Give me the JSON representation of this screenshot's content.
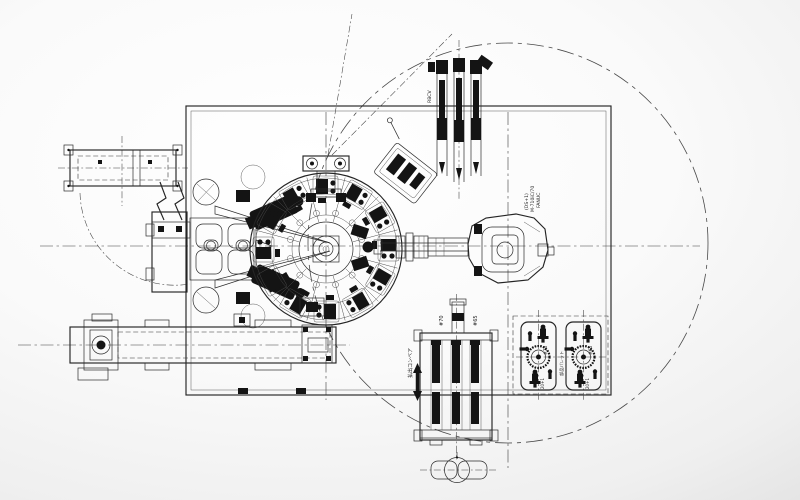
{
  "colors": {
    "ink": "#2b2b2b",
    "fill_dark": "#141414",
    "background_center": "#ffffff",
    "background_edge": "#c9c9c9"
  },
  "labels": {
    "rbcv": "RBCV",
    "robot_line1": "(DS+1)",
    "robot_line2": "M-710iC/70",
    "robot_line3": "FANUC",
    "lifter_station_left": "#70",
    "lifter_station_right": "#65",
    "discharge_conveyor": "払出コンベア",
    "pallet_group_note": "部品パレット",
    "pallet_left_station": "#70",
    "pallet_left_qty": "20+1",
    "pallet_right_station": "#65",
    "pallet_right_qty": "20+1"
  }
}
